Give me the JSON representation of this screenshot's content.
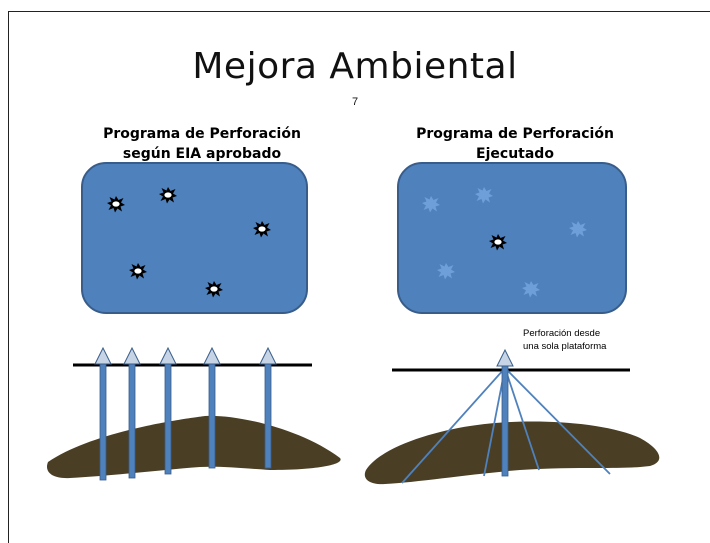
{
  "slide": {
    "title": "Mejora Ambiental",
    "page_number": "7"
  },
  "left_panel": {
    "heading_line1": "Programa de Perforación",
    "heading_line2": "según EIA aprobado"
  },
  "right_panel": {
    "heading_line1": "Programa de Perforación",
    "heading_line2": "Ejecutado"
  },
  "annotation": {
    "line1": "Perforación desde",
    "line2": "una sola plataforma"
  },
  "colors": {
    "box_fill": "#4f81bd",
    "box_stroke": "#385d8a",
    "ground": "#4a3f24",
    "arrow": "#4f81bd",
    "faded_marker": "#6f9fd8"
  }
}
